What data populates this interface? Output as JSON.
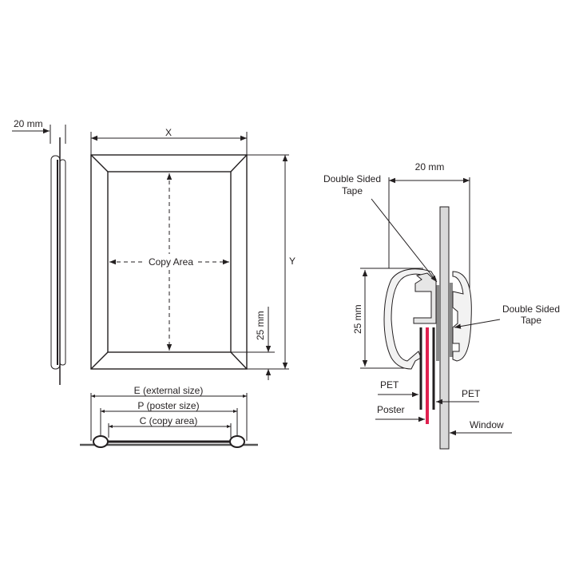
{
  "side_view": {
    "depth_label": "20 mm"
  },
  "front_view": {
    "width_label": "X",
    "height_label": "Y",
    "copy_area_label": "Copy Area",
    "border_label": "25 mm"
  },
  "plan_view": {
    "external_label": "E (external size)",
    "poster_label": "P (poster size)",
    "copy_label": "C (copy area)"
  },
  "section_view": {
    "depth_label": "20 mm",
    "height_label": "25 mm",
    "tape_left_line1": "Double Sided",
    "tape_left_line2": "Tape",
    "tape_right_line1": "Double Sided",
    "tape_right_line2": "Tape",
    "pet_left_label": "PET",
    "pet_right_label": "PET",
    "poster_label": "Poster",
    "window_label": "Window"
  },
  "colors": {
    "line": "#231f20",
    "poster": "#e0204f",
    "tape": "#8a8a8a",
    "window": "#d9d9d9",
    "profile": "#f2f2f2"
  }
}
